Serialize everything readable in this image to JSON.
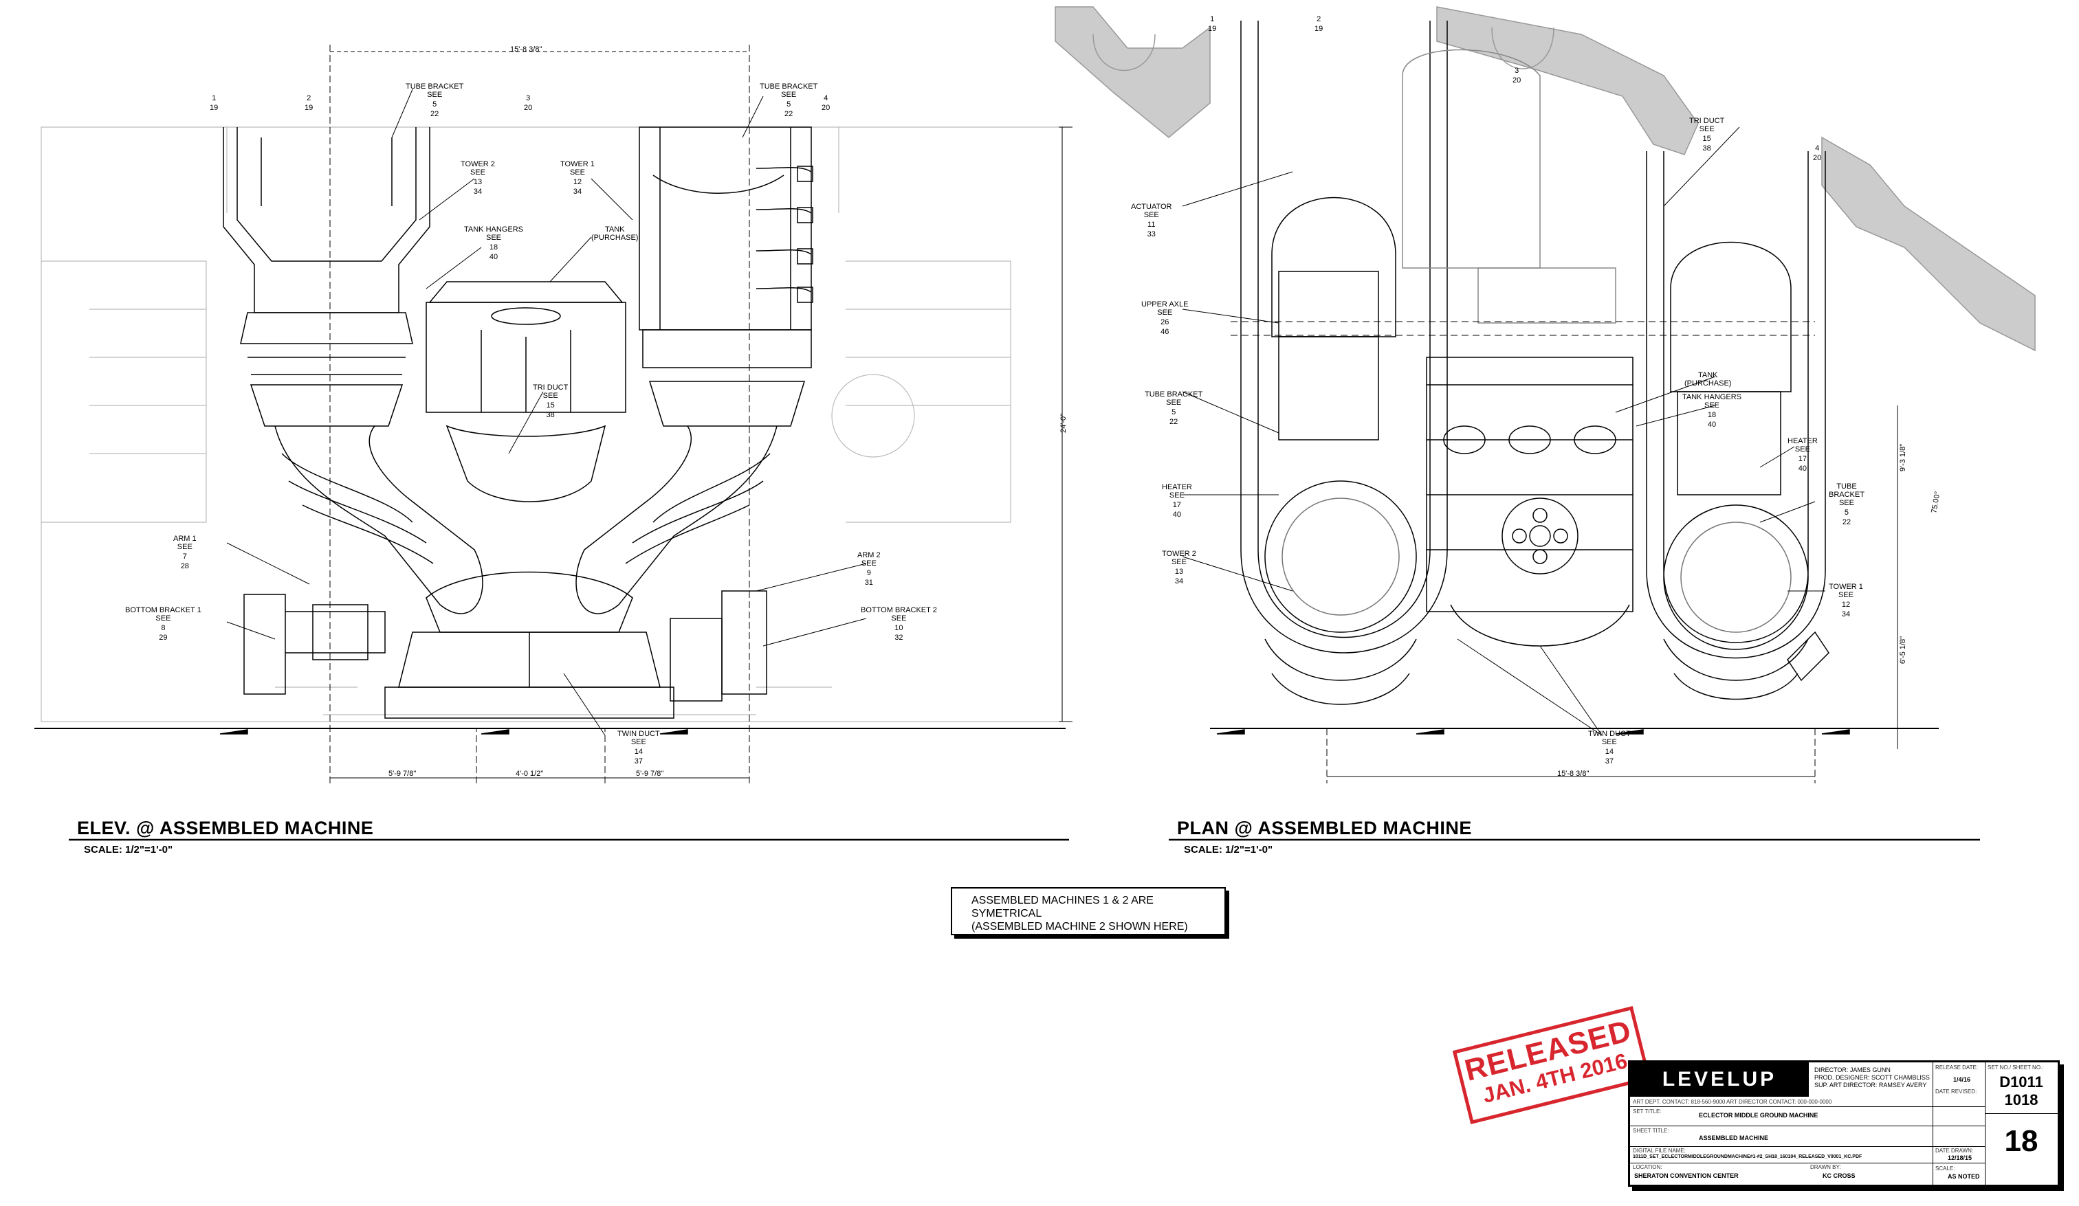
{
  "elevation": {
    "title": "ELEV. @ ASSEMBLED MACHINE",
    "scale": "SCALE: 1/2\"=1'-0\"",
    "dims": {
      "top": "15'-8 3/8\"",
      "height": "24'-0\"",
      "bottom_left": "5'-9 7/8\"",
      "bottom_mid": "4'-0 1/2\"",
      "bottom_right": "5'-9 7/8\""
    },
    "callouts": [
      {
        "label": "TUBE BRACKET\nSEE",
        "a": "5",
        "b": "22"
      },
      {
        "label": "TUBE BRACKET\nSEE",
        "a": "5",
        "b": "22"
      },
      {
        "label": "TOWER 2\nSEE",
        "a": "13",
        "b": "34"
      },
      {
        "label": "TOWER 1\nSEE",
        "a": "12",
        "b": "34"
      },
      {
        "label": "TANK HANGERS\nSEE",
        "a": "18",
        "b": "40"
      },
      {
        "label": "TANK\n(PURCHASE)",
        "a": "",
        "b": ""
      },
      {
        "label": "TRI DUCT\nSEE",
        "a": "15",
        "b": "38"
      },
      {
        "label": "ARM 1\nSEE",
        "a": "7",
        "b": "28"
      },
      {
        "label": "BOTTOM BRACKET 1\nSEE",
        "a": "8",
        "b": "29"
      },
      {
        "label": "ARM 2\nSEE",
        "a": "9",
        "b": "31"
      },
      {
        "label": "BOTTOM BRACKET 2\nSEE",
        "a": "10",
        "b": "32"
      },
      {
        "label": "TWIN DUCT\nSEE",
        "a": "14",
        "b": "37"
      }
    ],
    "refs": [
      {
        "a": "1",
        "b": "19"
      },
      {
        "a": "2",
        "b": "19"
      },
      {
        "a": "3",
        "b": "20"
      },
      {
        "a": "4",
        "b": "20"
      }
    ]
  },
  "plan": {
    "title": "PLAN @ ASSEMBLED MACHINE",
    "scale": "SCALE: 1/2\"=1'-0\"",
    "dims": {
      "bottom": "15'-8 3/8\"",
      "right_upper": "9'-3 1/8\"",
      "right_lower": "6'-5 1/8\"",
      "diag": "75.00°"
    },
    "callouts": [
      {
        "label": "ACTUATOR\nSEE",
        "a": "11",
        "b": "33"
      },
      {
        "label": "UPPER AXLE\nSEE",
        "a": "26",
        "b": "46"
      },
      {
        "label": "TUBE BRACKET\nSEE",
        "a": "5",
        "b": "22"
      },
      {
        "label": "HEATER\nSEE",
        "a": "17",
        "b": "40"
      },
      {
        "label": "TOWER 2\nSEE",
        "a": "13",
        "b": "34"
      },
      {
        "label": "TRI DUCT\nSEE",
        "a": "15",
        "b": "38"
      },
      {
        "label": "TANK\n(PURCHASE)",
        "a": "",
        "b": ""
      },
      {
        "label": "TANK HANGERS\nSEE",
        "a": "18",
        "b": "40"
      },
      {
        "label": "HEATER\nSEE",
        "a": "17",
        "b": "40"
      },
      {
        "label": "TUBE\nBRACKET\nSEE",
        "a": "5",
        "b": "22"
      },
      {
        "label": "TOWER 1\nSEE",
        "a": "12",
        "b": "34"
      },
      {
        "label": "TWIN DUCT\nSEE",
        "a": "14",
        "b": "37"
      }
    ],
    "refs": [
      {
        "a": "1",
        "b": "19"
      },
      {
        "a": "2",
        "b": "19"
      },
      {
        "a": "3",
        "b": "20"
      },
      {
        "a": "4",
        "b": "20"
      }
    ]
  },
  "note": {
    "line1": "ASSEMBLED MACHINES 1 & 2 ARE SYMETRICAL",
    "line2": "(ASSEMBLED MACHINE 2 SHOWN HERE)"
  },
  "stamp": {
    "line1": "RELEASED",
    "line2": "JAN. 4TH 2016"
  },
  "title_block": {
    "logo": "LEVELUP",
    "director": "DIRECTOR: JAMES GUNN",
    "prod_designer": "PROD. DESIGNER: SCOTT CHAMBLISS",
    "sup_art_director": "SUP. ART DIRECTOR: RAMSEY AVERY",
    "art_dept_contact": "ART DEPT. CONTACT: 818-560-9000  ART DIRECTOR CONTACT: 000-000-0000",
    "set_title_label": "SET TITLE:",
    "set_title": "ECLECTOR MIDDLE GROUND MACHINE",
    "sheet_title_label": "SHEET TITLE:",
    "sheet_title": "ASSEMBLED MACHINE",
    "file_label": "DIGITAL FILE NAME:",
    "file_name": "1011D_SET_ECLECTORMIDDLEGROUNDMACHINE#1-#2_SH18_160104_RELEASED_V0001_KC.PDF",
    "location_label": "LOCATION:",
    "location": "SHERATON CONVENTION CENTER",
    "drawn_label": "DRAWN BY:",
    "drawn_by": "KC CROSS",
    "issue_label": "RELEASE DATE:",
    "issue_date": "1/4/16",
    "revised_label": "DATE REVISED:",
    "drawn_date_label": "DATE DRAWN:",
    "drawn_date": "12/18/15",
    "scale_label": "SCALE:",
    "scale": "AS NOTED",
    "set_no_label": "SET NO./ SHEET NO.:",
    "set_no_1": "D1011",
    "set_no_2": "1018",
    "sheet_no": "18"
  }
}
